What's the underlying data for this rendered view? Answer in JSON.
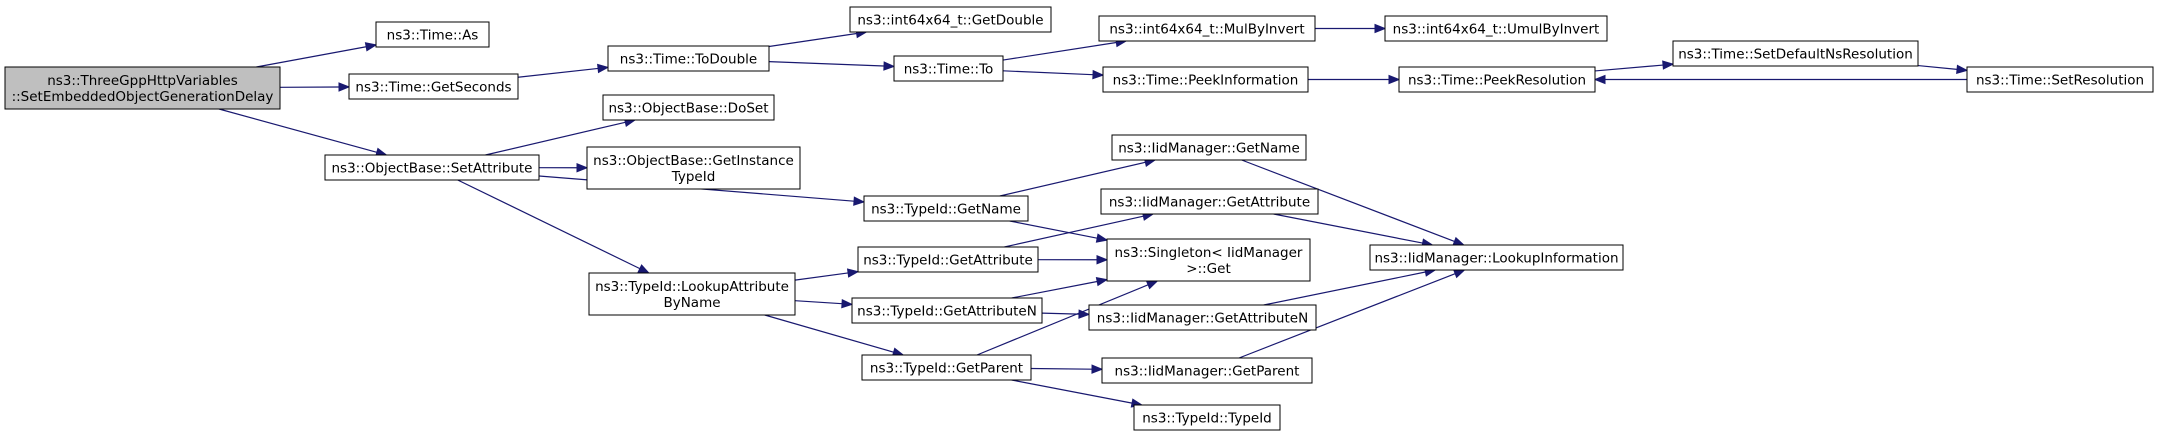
{
  "colors": {
    "edge": "#191970",
    "node_border": "#000000",
    "node_fill": "#ffffff",
    "root_fill": "#bfbfbf"
  },
  "nodes": [
    {
      "id": "root",
      "lines": [
        "ns3::ThreeGppHttpVariables",
        "::SetEmbeddedObjectGenerationDelay"
      ]
    },
    {
      "id": "time_as",
      "lines": [
        "ns3::Time::As"
      ]
    },
    {
      "id": "time_getseconds",
      "lines": [
        "ns3::Time::GetSeconds"
      ]
    },
    {
      "id": "objectbase_setattribute",
      "lines": [
        "ns3::ObjectBase::SetAttribute"
      ]
    },
    {
      "id": "time_todouble",
      "lines": [
        "ns3::Time::ToDouble"
      ]
    },
    {
      "id": "int64x64_getdouble",
      "lines": [
        "ns3::int64x64_t::GetDouble"
      ]
    },
    {
      "id": "time_to",
      "lines": [
        "ns3::Time::To"
      ]
    },
    {
      "id": "int64x64_mulbyinvert",
      "lines": [
        "ns3::int64x64_t::MulByInvert"
      ]
    },
    {
      "id": "int64x64_umulbyinvert",
      "lines": [
        "ns3::int64x64_t::UmulByInvert"
      ]
    },
    {
      "id": "time_peekinformation",
      "lines": [
        "ns3::Time::PeekInformation"
      ]
    },
    {
      "id": "time_peekresolution",
      "lines": [
        "ns3::Time::PeekResolution"
      ]
    },
    {
      "id": "time_setdefaultnsresolution",
      "lines": [
        "ns3::Time::SetDefaultNsResolution"
      ]
    },
    {
      "id": "time_setresolution",
      "lines": [
        "ns3::Time::SetResolution"
      ]
    },
    {
      "id": "objectbase_doset",
      "lines": [
        "ns3::ObjectBase::DoSet"
      ]
    },
    {
      "id": "objectbase_getinstancetypeid",
      "lines": [
        "ns3::ObjectBase::GetInstance",
        "TypeId"
      ]
    },
    {
      "id": "typeid_getname",
      "lines": [
        "ns3::TypeId::GetName"
      ]
    },
    {
      "id": "typeid_lookupattributebyname",
      "lines": [
        "ns3::TypeId::LookupAttribute",
        "ByName"
      ]
    },
    {
      "id": "iidmanager_getname",
      "lines": [
        "ns3::IidManager::GetName"
      ]
    },
    {
      "id": "iidmanager_getattribute",
      "lines": [
        "ns3::IidManager::GetAttribute"
      ]
    },
    {
      "id": "singleton_get",
      "lines": [
        "ns3::Singleton< IidManager",
        ">::Get"
      ]
    },
    {
      "id": "iidmanager_lookupinformation",
      "lines": [
        "ns3::IidManager::LookupInformation"
      ]
    },
    {
      "id": "typeid_getattribute",
      "lines": [
        "ns3::TypeId::GetAttribute"
      ]
    },
    {
      "id": "typeid_getattributen",
      "lines": [
        "ns3::TypeId::GetAttributeN"
      ]
    },
    {
      "id": "iidmanager_getattributen",
      "lines": [
        "ns3::IidManager::GetAttributeN"
      ]
    },
    {
      "id": "typeid_getparent",
      "lines": [
        "ns3::TypeId::GetParent"
      ]
    },
    {
      "id": "iidmanager_getparent",
      "lines": [
        "ns3::IidManager::GetParent"
      ]
    },
    {
      "id": "typeid_typeid",
      "lines": [
        "ns3::TypeId::TypeId"
      ]
    }
  ],
  "edges": [
    {
      "from": "root",
      "to": "time_as"
    },
    {
      "from": "root",
      "to": "time_getseconds"
    },
    {
      "from": "root",
      "to": "objectbase_setattribute"
    },
    {
      "from": "time_getseconds",
      "to": "time_todouble"
    },
    {
      "from": "time_todouble",
      "to": "int64x64_getdouble"
    },
    {
      "from": "time_todouble",
      "to": "time_to"
    },
    {
      "from": "time_to",
      "to": "int64x64_mulbyinvert"
    },
    {
      "from": "time_to",
      "to": "time_peekinformation"
    },
    {
      "from": "int64x64_mulbyinvert",
      "to": "int64x64_umulbyinvert"
    },
    {
      "from": "time_peekinformation",
      "to": "time_peekresolution"
    },
    {
      "from": "time_peekresolution",
      "to": "time_setdefaultnsresolution"
    },
    {
      "from": "time_setdefaultnsresolution",
      "to": "time_setresolution"
    },
    {
      "from": "time_setresolution",
      "to": "time_peekresolution"
    },
    {
      "from": "objectbase_setattribute",
      "to": "objectbase_doset"
    },
    {
      "from": "objectbase_setattribute",
      "to": "objectbase_getinstancetypeid"
    },
    {
      "from": "objectbase_setattribute",
      "to": "typeid_getname"
    },
    {
      "from": "objectbase_setattribute",
      "to": "typeid_lookupattributebyname"
    },
    {
      "from": "typeid_getname",
      "to": "iidmanager_getname"
    },
    {
      "from": "typeid_getname",
      "to": "singleton_get"
    },
    {
      "from": "iidmanager_getname",
      "to": "iidmanager_lookupinformation"
    },
    {
      "from": "typeid_lookupattributebyname",
      "to": "typeid_getattribute"
    },
    {
      "from": "typeid_lookupattributebyname",
      "to": "typeid_getattributen"
    },
    {
      "from": "typeid_lookupattributebyname",
      "to": "typeid_getparent"
    },
    {
      "from": "typeid_getattribute",
      "to": "iidmanager_getattribute"
    },
    {
      "from": "typeid_getattribute",
      "to": "singleton_get"
    },
    {
      "from": "iidmanager_getattribute",
      "to": "iidmanager_lookupinformation"
    },
    {
      "from": "typeid_getattributen",
      "to": "singleton_get"
    },
    {
      "from": "typeid_getattributen",
      "to": "iidmanager_getattributen"
    },
    {
      "from": "iidmanager_getattributen",
      "to": "iidmanager_lookupinformation"
    },
    {
      "from": "typeid_getparent",
      "to": "singleton_get"
    },
    {
      "from": "typeid_getparent",
      "to": "iidmanager_getparent"
    },
    {
      "from": "typeid_getparent",
      "to": "typeid_typeid"
    },
    {
      "from": "iidmanager_getparent",
      "to": "iidmanager_lookupinformation"
    }
  ]
}
